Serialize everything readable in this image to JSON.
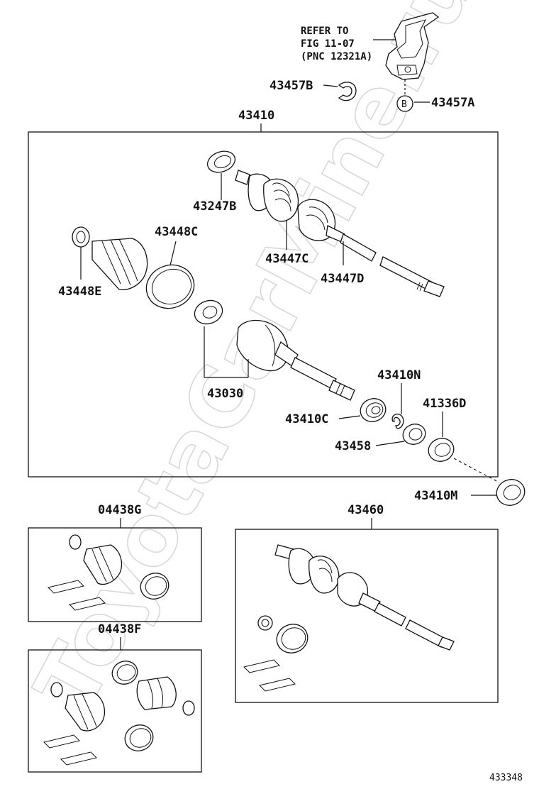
{
  "watermark": "ToyotaCarMine.ru",
  "figure_number": "433348",
  "reference_note": {
    "line1": "REFER TO",
    "line2": "FIG 11-07",
    "line3": "(PNC 12321A)"
  },
  "circle_marker": "B",
  "parts": {
    "p43457B": "43457B",
    "p43457A": "43457A",
    "p43410": "43410",
    "p43247B": "43247B",
    "p43448C": "43448C",
    "p43448E": "43448E",
    "p43447C": "43447C",
    "p43447D": "43447D",
    "p43030": "43030",
    "p43410N": "43410N",
    "p41336D": "41336D",
    "p43410C": "43410C",
    "p43458": "43458",
    "p43410M": "43410M",
    "p04438G": "04438G",
    "p43460": "43460",
    "p04438F": "04438F"
  }
}
